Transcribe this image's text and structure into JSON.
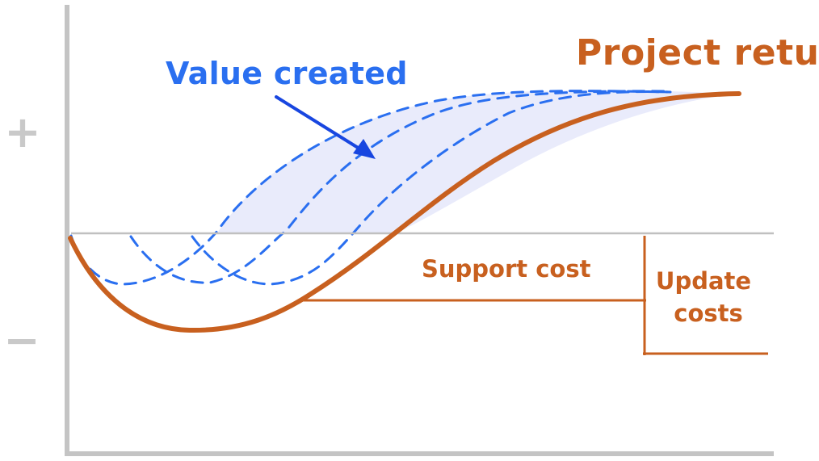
{
  "labels": {
    "project_return": "Project return",
    "value_created": "Value created",
    "support_cost": "Support cost",
    "update_costs_line1": "Update",
    "update_costs_line2": "costs",
    "plus_sign": "+",
    "minus_sign": "−"
  },
  "colors": {
    "orange": "#c8601f",
    "blue": "#2a6ff0",
    "arrow_blue": "#1846e0",
    "fill": "#e9ebfb",
    "axis": "#c4c4c4",
    "baseline": "#c0c0c0",
    "sign": "#c9c9c9"
  },
  "icons": {
    "arrow": "arrow-icon"
  }
}
